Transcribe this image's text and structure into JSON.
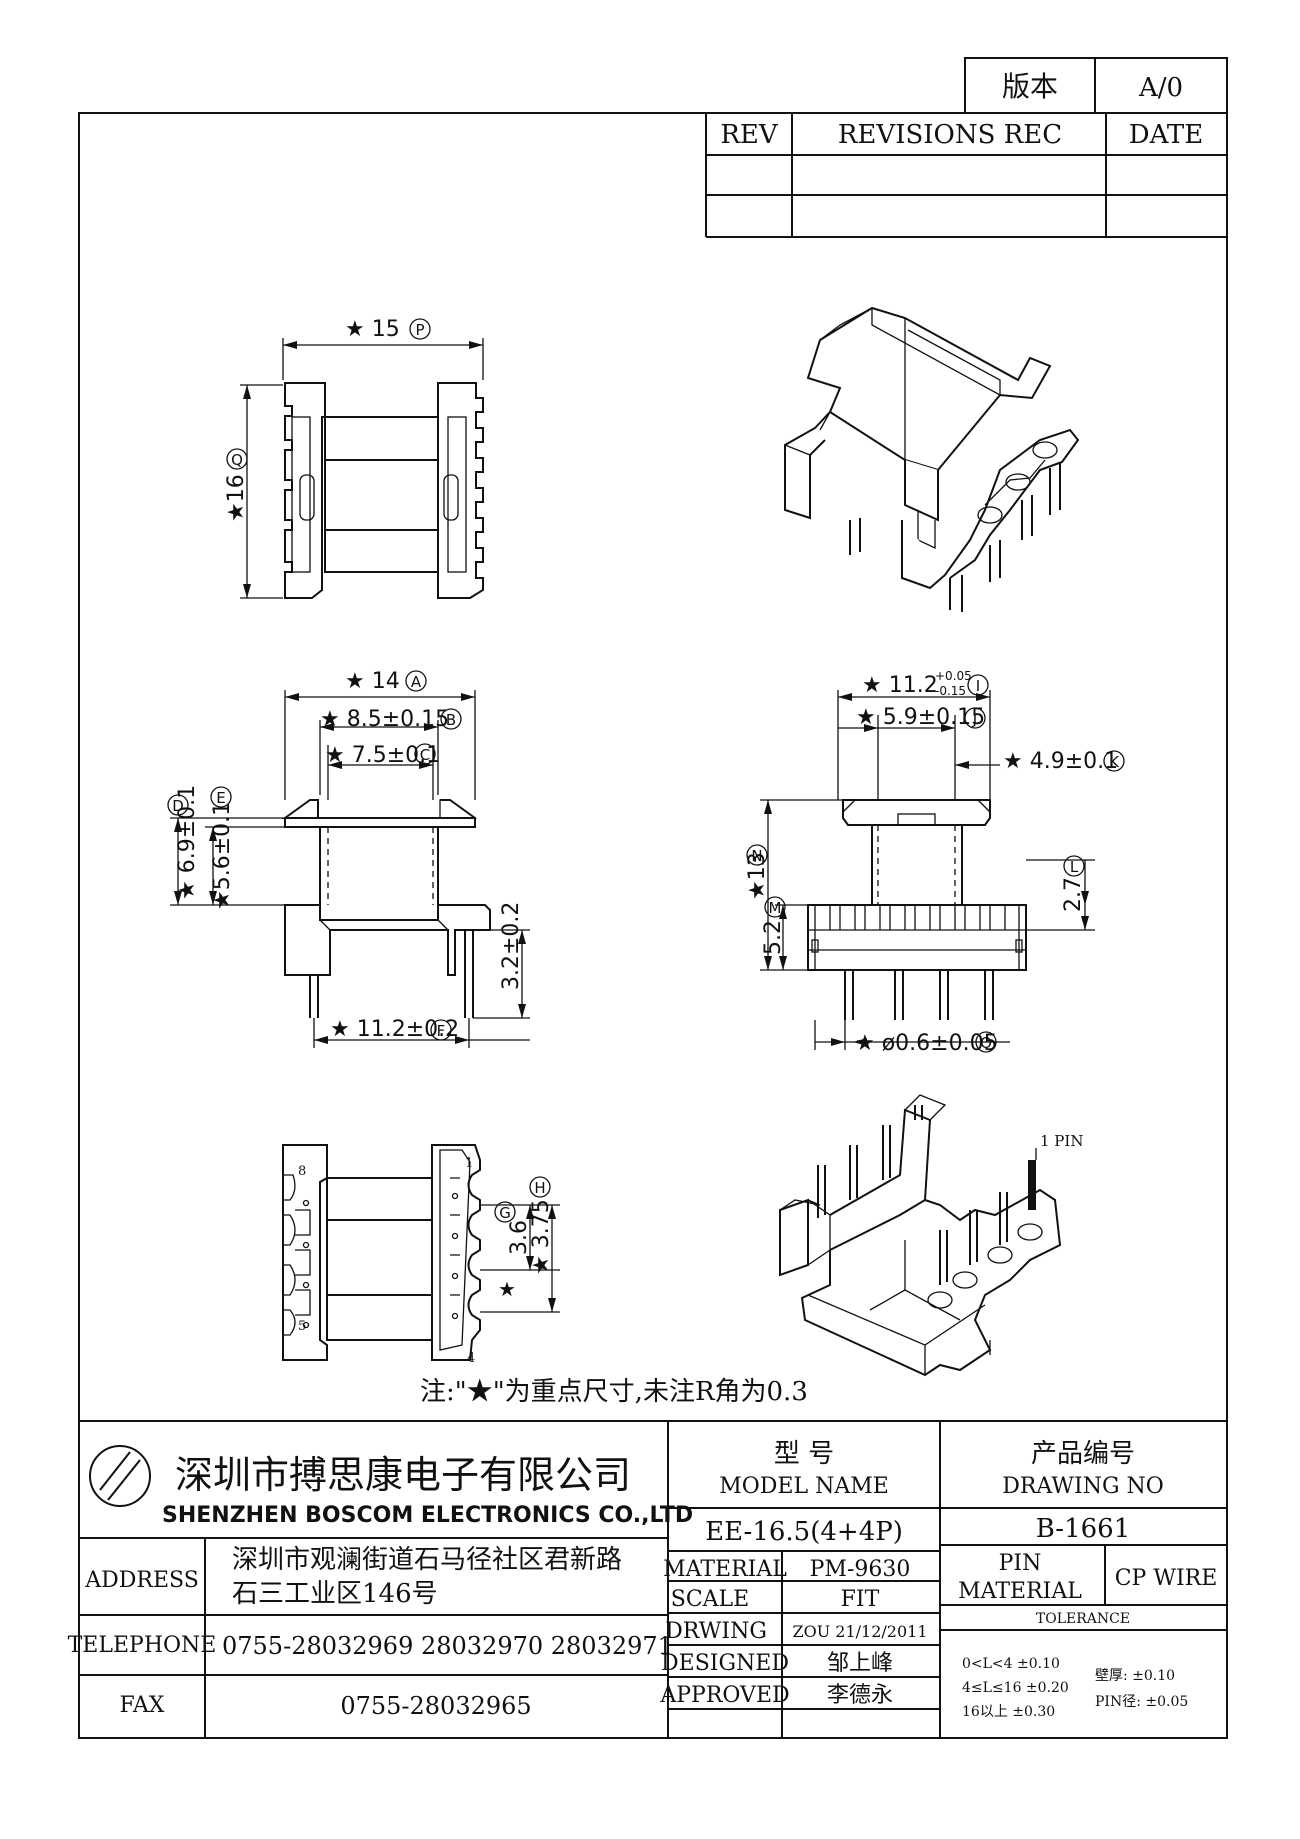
{
  "revision_block": {
    "version_label": "版本",
    "version_value": "A/0",
    "rev_header": "REV",
    "revisions_header": "REVISIONS REC",
    "date_header": "DATE"
  },
  "dimensions": {
    "P": "★ 15",
    "Q": "★16",
    "A": "★ 14",
    "B": "★ 8.5±0.15",
    "C": "★ 7.5±0.1",
    "D": "★ 6.9±0.1",
    "E": "★5.6±0.1",
    "E2": "3.2±0.2",
    "F": "★ 11.2±0.2",
    "I_main": "★ 11.2",
    "I_tol_up": "+0.05",
    "I_tol_dn": "-0.15",
    "J": "★ 5.9±0.15",
    "K": "★ 4.9±0.1",
    "N": "★13",
    "M": "5.2",
    "L": "2.7",
    "O": "★ ø0.6±0.05",
    "G": "3.6",
    "H": "★ 3.75",
    "star": "★"
  },
  "balloons": [
    "P",
    "Q",
    "A",
    "B",
    "C",
    "D",
    "E",
    "F",
    "I",
    "J",
    "K",
    "N",
    "M",
    "L",
    "O",
    "G",
    "H"
  ],
  "pin_labels": {
    "p8": "8",
    "p5": "5",
    "p1": "1",
    "p4": "4",
    "pin1_callout": "1 PIN"
  },
  "note": "注:\"★\"为重点尺寸,未注R角为0.3",
  "company": {
    "name_cn": "深圳市搏思康电子有限公司",
    "name_en": "SHENZHEN BOSCOM ELECTRONICS CO.,LTD"
  },
  "title_block": {
    "model_label_cn": "型    号",
    "model_label_en": "MODEL NAME",
    "model_value": "EE-16.5(4+4P)",
    "drawing_label_cn": "产品编号",
    "drawing_label_en": "DRAWING NO",
    "drawing_value": "B-1661",
    "address_label": "ADDRESS",
    "address_line1": "深圳市观澜街道石马径社区君新路",
    "address_line2": "石三工业区146号",
    "telephone_label": "TELEPHONE",
    "telephone_value": "0755-28032969  28032970  28032971",
    "fax_label": "FAX",
    "fax_value": "0755-28032965",
    "material_label": "MATERIAL",
    "material_value": "PM-9630",
    "scale_label": "SCALE",
    "scale_value": "FIT",
    "drawing_by_label": "DRWING",
    "drawing_by_value": "ZOU 21/12/2011",
    "designed_label": "DESIGNED",
    "designed_value": "邹上峰",
    "approved_label": "APPROVED",
    "approved_value": "李德永",
    "pin_material_label1": "PIN",
    "pin_material_label2": "MATERIAL",
    "pin_material_value": "CP WIRE",
    "tolerance_label": "TOLERANCE",
    "tol_row1": "0<L<4    ±0.10",
    "tol_row2": "4≤L≤16  ±0.20",
    "tol_row3": "16以上    ±0.30",
    "wall_label": "壁厚:  ±0.10",
    "pin_dia_label": "PIN径: ±0.05"
  }
}
